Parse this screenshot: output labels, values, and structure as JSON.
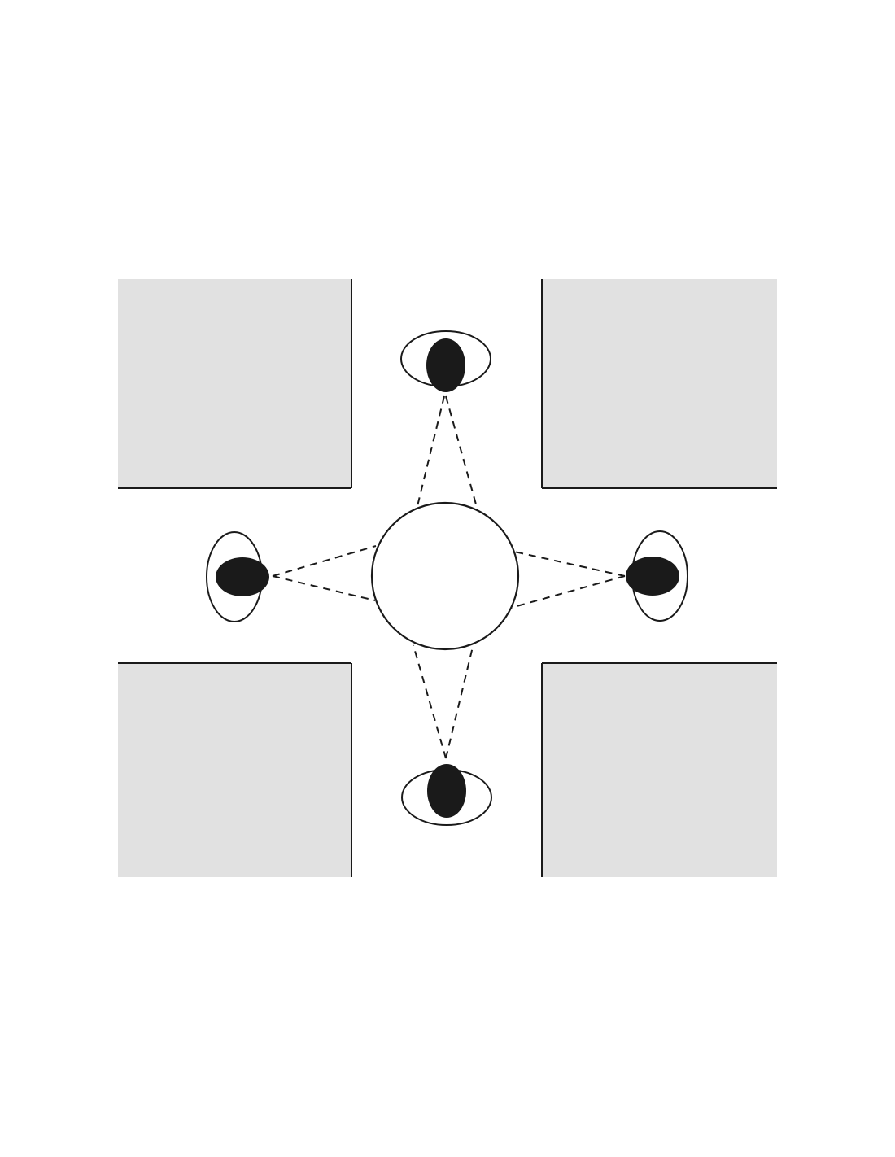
{
  "diagram": {
    "description_free": true,
    "colors": {
      "background": "#ffffff",
      "block_fill": "#e1e1e1",
      "stroke": "#1a1a1a",
      "pupil": "#1a1a1a",
      "object_fill": "#ffffff"
    },
    "observers": [
      "top",
      "right",
      "bottom",
      "left"
    ],
    "blocks": [
      "top-left",
      "top-right",
      "bottom-left",
      "bottom-right"
    ]
  }
}
